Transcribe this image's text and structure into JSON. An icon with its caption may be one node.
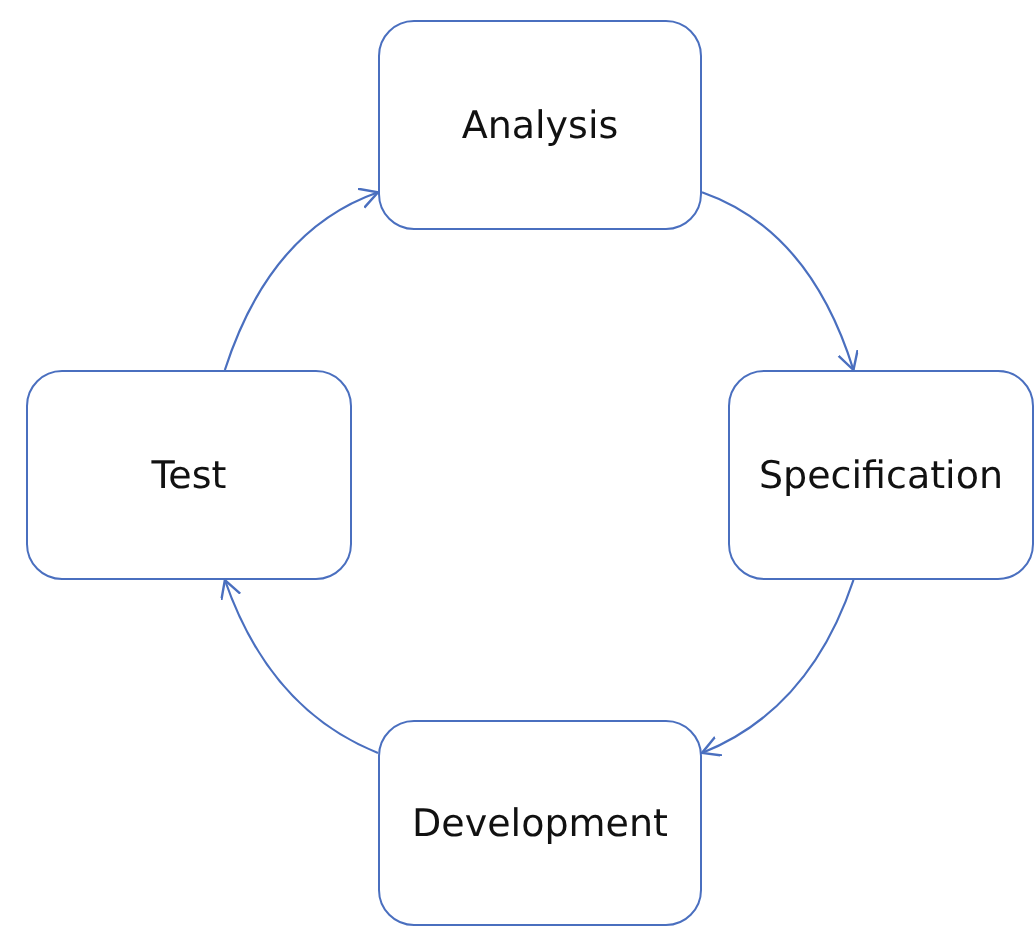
{
  "diagram": {
    "nodes": [
      {
        "text": [
          "Analysis"
        ]
      },
      {
        "text": [
          "Specification"
        ]
      },
      {
        "text": [
          "Development"
        ]
      },
      {
        "text": [
          "Test"
        ]
      }
    ],
    "edges": [
      {
        "from": 0,
        "to": 1,
        "arrow": "to"
      },
      {
        "from": 1,
        "to": 2,
        "arrow": "to"
      },
      {
        "from": 2,
        "to": 3,
        "arrow": "to"
      },
      {
        "from": 3,
        "to": 0,
        "arrow": "to"
      }
    ]
  }
}
